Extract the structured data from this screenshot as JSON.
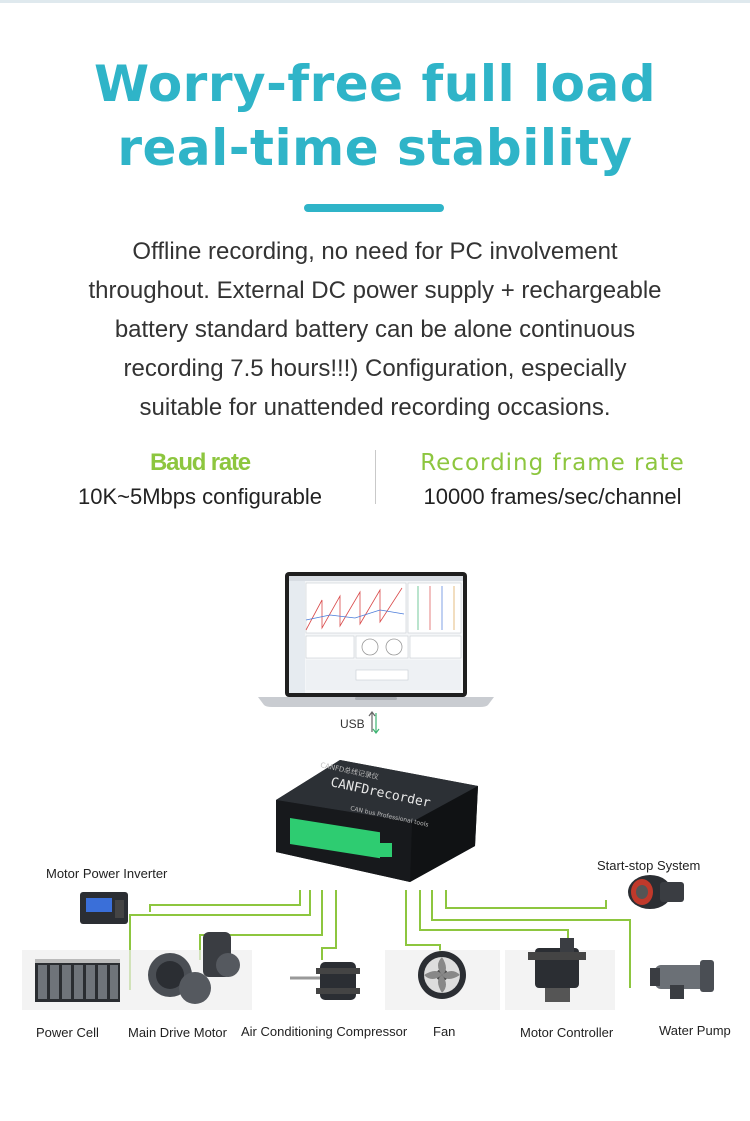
{
  "title": {
    "line1": "Worry-free full load",
    "line2": "real-time stability"
  },
  "description": [
    "Offline recording, no need for PC involvement",
    "throughout. External DC power supply + rechargeable",
    "battery standard battery can be alone continuous",
    "recording 7.5 hours!!!) Configuration, especially",
    "suitable for unattended recording occasions."
  ],
  "specs": {
    "baud": {
      "label": "Baud rate",
      "value": "10K~5Mbps configurable"
    },
    "frame": {
      "label": "Recording frame rate",
      "value": "10000 frames/sec/channel"
    }
  },
  "diagram": {
    "usb_label": "USB",
    "device_name": "CANFDrecorder",
    "device_brand": "CANFD总线记录仪",
    "device_sub": "CAN bus Professional tools",
    "components": {
      "motor_power_inverter": "Motor Power Inverter",
      "start_stop_system": "Start-stop System",
      "power_cell": "Power Cell",
      "main_drive_motor": "Main Drive Motor",
      "air_conditioning_compressor": "Air Conditioning Compressor",
      "fan": "Fan",
      "motor_controller": "Motor Controller",
      "water_pump": "Water Pump"
    }
  },
  "colors": {
    "accent": "#2fb4c8",
    "spec_label": "#8dc63f",
    "connector_green": "#2ecc71",
    "wire": "#8dc63f"
  }
}
